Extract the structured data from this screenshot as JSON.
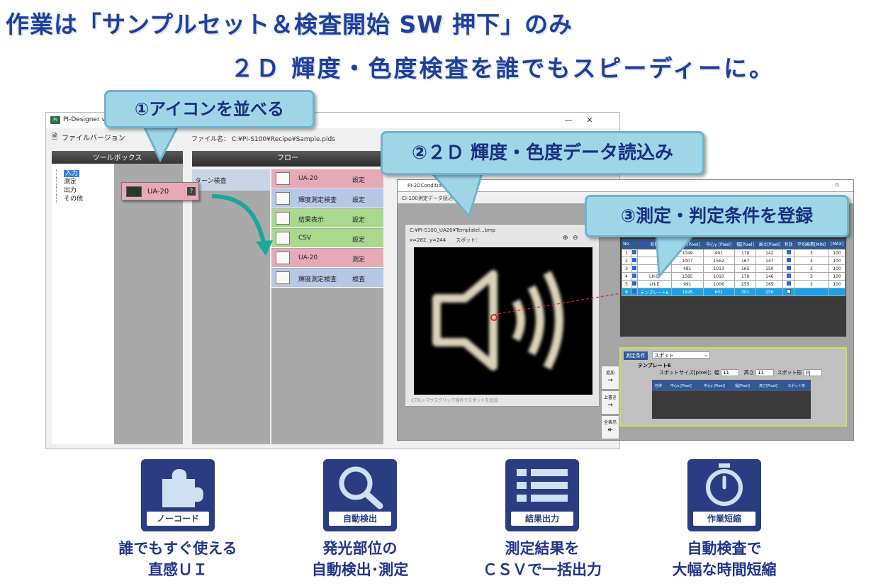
{
  "headline": {
    "line1": "作業は「サンプルセット＆検査開始 SW 押下」のみ",
    "line2": "２Ｄ 輝度・色度検査を誰でもスピーディーに。"
  },
  "designer": {
    "title": "PI-Designer v1.1.0.0",
    "app_icon": "PI",
    "menu": [
      "ファイル",
      "バージョン"
    ],
    "file_path": "ファイル名： C:¥PI-S100¥Recipe¥Sample.pids",
    "toolbox_header": "ツールボックス",
    "flow_header": "フロー",
    "tree": [
      "入力",
      "測定",
      "出力",
      "その他"
    ],
    "drag_card": {
      "name": "UA-20",
      "help": "?"
    },
    "flow_left_item": "ターン検査",
    "flow_items": [
      {
        "name": "UA-20",
        "kind": "設定",
        "color": "#e7a9b8",
        "icon": "camera-icon"
      },
      {
        "name": "輝度測定検査",
        "kind": "設定",
        "color": "#b7c7e6",
        "icon": "magnifier-chart-icon"
      },
      {
        "name": "結果表示",
        "kind": "設定",
        "color": "#a9d98c",
        "icon": "monitor-icon"
      },
      {
        "name": "CSV",
        "kind": "設定",
        "color": "#a9d98c",
        "icon": "csv-icon"
      },
      {
        "name": "UA-20",
        "kind": "測定",
        "color": "#e7a9b8",
        "icon": "camera-icon"
      },
      {
        "name": "輝度測定検査",
        "kind": "検査",
        "color": "#b7c7e6",
        "icon": "magnifier-chart-icon"
      }
    ]
  },
  "condition": {
    "title": "PI-2DCondition v.1.0.0.0",
    "menu": "CI-100測定データ読込",
    "image_path": "C:¥PI-S100_UA20¥Templatel...bmp",
    "coord": "x=282, y=244　　スポット：",
    "hint": "CTRL+マウスクリック操作でスポットを追加",
    "table": {
      "headers": [
        "No.",
        "",
        "名称",
        "中心x [Pixel]",
        "中心y [Pixel]",
        "幅[Pixel]",
        "高さ[Pixel]",
        "有効",
        "平均画素[MIN]",
        "[MAX]"
      ],
      "rows": [
        [
          "1",
          "on",
          "",
          "1049",
          "491",
          "170",
          "142",
          "on",
          "3",
          "100"
        ],
        [
          "2",
          "on",
          "",
          "1007",
          "1562",
          "167",
          "147",
          "on",
          "3",
          "100"
        ],
        [
          "3",
          "on",
          "",
          "481",
          "1013",
          "165",
          "150",
          "on",
          "3",
          "100"
        ],
        [
          "4",
          "on",
          "LH-D",
          "1585",
          "1010",
          "170",
          "146",
          "on",
          "3",
          "100"
        ],
        [
          "5",
          "on",
          "LH-E",
          "991",
          "1006",
          "255",
          "165",
          "on",
          "3",
          "100"
        ],
        [
          "6",
          "on",
          "テンプレート6",
          "1926",
          "601",
          "301",
          "250",
          "off",
          "",
          ""
        ]
      ]
    },
    "side_buttons": [
      {
        "label": "追加",
        "arrow": "→"
      },
      {
        "label": "上書き",
        "arrow": "→"
      },
      {
        "label": "全表示",
        "arrow": "↞"
      }
    ],
    "cond_tab": "測定条件",
    "cond_select": "スポット",
    "template_name": "テンプレート6",
    "size_label": "スポットサイズ[pixel]：幅",
    "width_value": "11",
    "height_label": "高さ",
    "height_value": "11",
    "shape_label": "スポット形",
    "shape_value": "円",
    "cond_headers": [
      "名称",
      "中心x [Pixel]",
      "中心y [Pixel]",
      "幅[Pixel]",
      "高さ[Pixel]",
      "スポット形"
    ]
  },
  "callouts": {
    "c1": "①アイコンを並べる",
    "c2": "②２Ｄ 輝度・色度データ読込み",
    "c3": "③測定・判定条件を登録"
  },
  "features": [
    {
      "label": "ノーコード",
      "icon": "puzzle-icon",
      "caption1": "誰でもすぐ使える",
      "caption2": "直感ＵＩ"
    },
    {
      "label": "自動検出",
      "icon": "magnifier-icon",
      "caption1": "発光部位の",
      "caption2": "自動検出･測定"
    },
    {
      "label": "結果出力",
      "icon": "list-icon",
      "caption1": "測定結果を",
      "caption2": "ＣＳＶで一括出力"
    },
    {
      "label": "作業短縮",
      "icon": "stopwatch-icon",
      "caption1": "自動検査で",
      "caption2": "大幅な時間短縮"
    }
  ],
  "colors": {
    "brand": "#2b3d82",
    "callout": "#9ed6e8",
    "headline": "#1f3f9a",
    "selected_row": "#19a2e8"
  }
}
